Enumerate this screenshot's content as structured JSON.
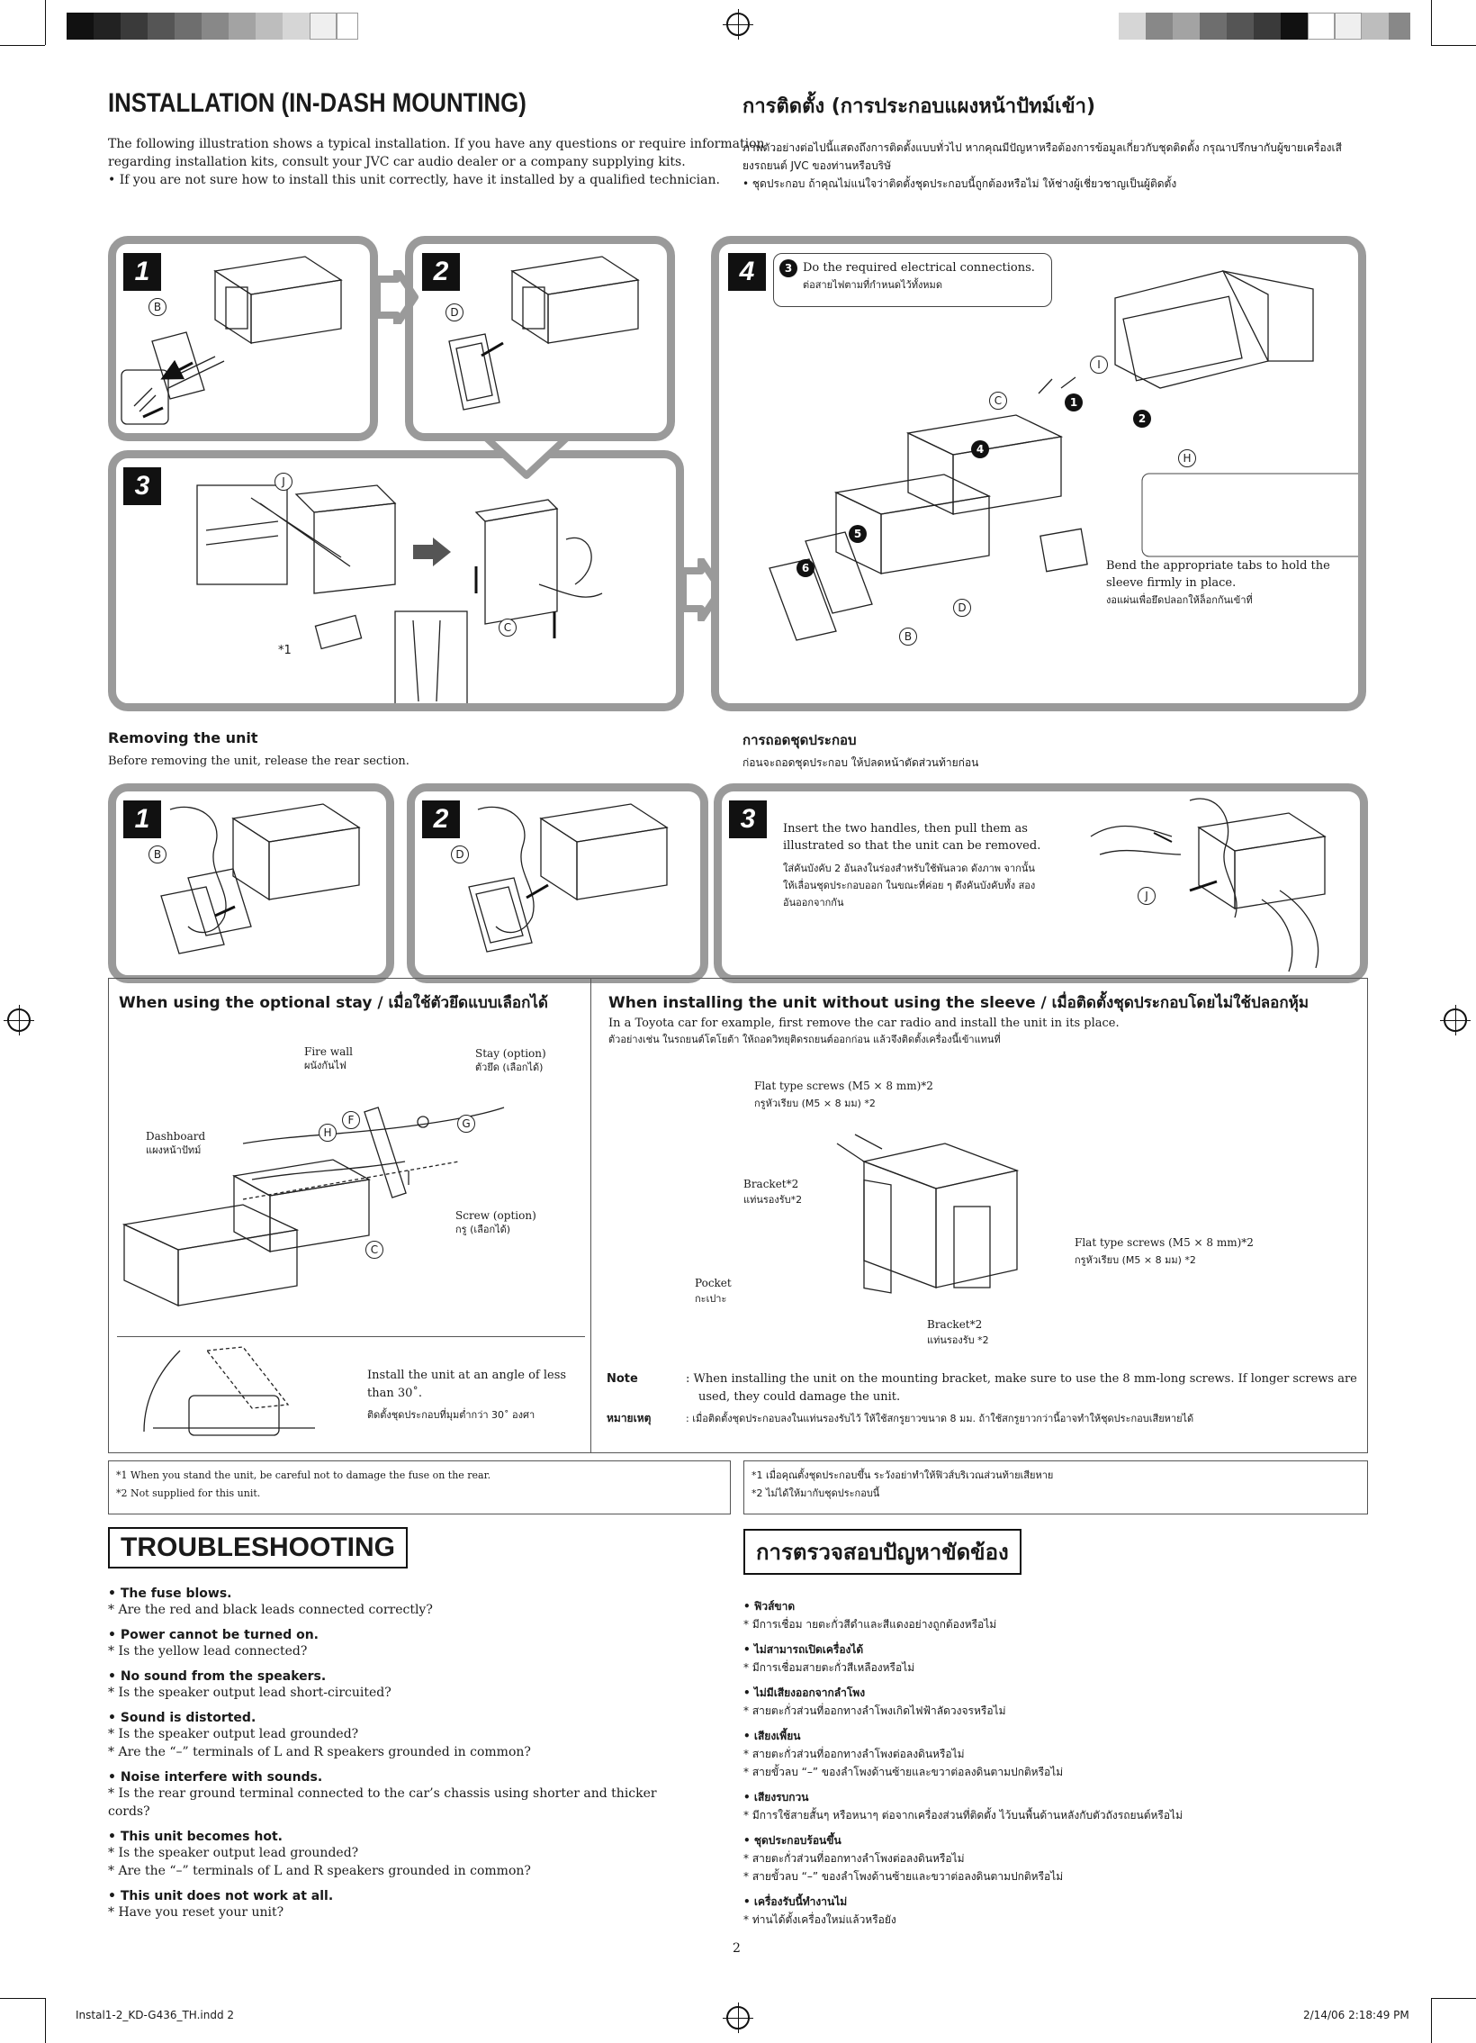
{
  "install": {
    "title": "INSTALLATION (IN-DASH MOUNTING)",
    "title_th": "การติดตั้ง (การประกอบแผงหน้าปัทม์เข้า)",
    "intro_1": "The following illustration shows a typical installation. If you have any questions or require information",
    "intro_2": "regarding installation kits, consult your JVC car audio dealer or a company supplying kits.",
    "intro_3": "•  If you are not sure how to install this unit correctly, have it installed by a qualified technician.",
    "intro_th_1": "ภาพตัวอย่างต่อไปนี้แสดงถึงการติดตั้งแบบทั่วไป หากคุณมีปัญหาหรือต้องการข้อมูลเกี่ยวกับชุดติดตั้ง กรุณาปรึกษากับผู้ขายเครื่องเสี",
    "intro_th_2": "ยงรถยนต์ JVC ของท่านหรือบริษั",
    "intro_th_3": "•  ชุดประกอบ ถ้าคุณไม่แน่ใจว่าติดตั้งชุดประกอบนี้ถูกต้องหรือไม่ ให้ช่างผู้เชี่ยวชาญเป็นผู้ติดตั้ง",
    "steps": [
      "1",
      "2",
      "3",
      "4"
    ],
    "step4_note_en": "Do the required electrical connections.",
    "step4_note_th": "ต่อสายไฟตามที่กำหนดไว้ทั้งหมด",
    "step4_bend_1": "Bend the appropriate tabs to hold the",
    "step4_bend_2": "sleeve firmly in place.",
    "step4_bend_th": "งอแผ่นเพื่อยึดปลอกให้ล็อกกันเข้าที่",
    "footnote_mark": "*1",
    "num_3": "3"
  },
  "removing": {
    "title": "Removing the unit",
    "subtitle": "Before removing the unit, release the rear section.",
    "title_th": "การถอดชุดประกอบ",
    "subtitle_th": "ก่อนจะถอดชุดประกอบ ให้ปลดหน้าตัดส่วนท้ายก่อน",
    "steps": [
      "1",
      "2",
      "3"
    ],
    "step3_1": "Insert the two handles, then pull them as",
    "step3_2": "illustrated so that the unit can be removed.",
    "step3_th_1": "ใส่คันบังคับ 2 อันลงในร่องสำหรับใช้พันลวด ดังภาพ จากนั้น",
    "step3_th_2": "ให้เลื่อนชุดประกอบออก ในขณะที่ค่อย ๆ ดึงคันบังคับทั้ง สอง",
    "step3_th_3": "อันออกจากกัน"
  },
  "stay": {
    "title": "When using the optional stay / เมื่อใช้ตัวยึดแบบเลือกได้",
    "firewall": "Fire wall",
    "firewall_th": "ผนังกันไฟ",
    "stay_opt": "Stay (option)",
    "stay_opt_th": "ตัวยึด (เลือกได้)",
    "dashboard": "Dashboard",
    "dashboard_th": "แผงหน้าปัทม์",
    "screw": "Screw (option)",
    "screw_th": "กรู (เลือกได้)",
    "angle_1": "Install the unit at an angle of less",
    "angle_2": "than 30˚.",
    "angle_th": "ติดตั้งชุดประกอบที่มุมต่ำกว่า 30˚ องศา"
  },
  "nosleeve": {
    "title": "When installing the unit without using the sleeve / เมื่อติดตั้งชุดประกอบโดยไม่ใช้ปลอกหุ้ม",
    "line_1": "In a Toyota car for example, first remove the car radio and install the unit in its place.",
    "line_th": "ตัวอย่างเช่น ในรถยนต์โตโยต้า ให้ถอดวิทยุติดรถยนต์ออกก่อน แล้วจึงติดตั้งเครื่องนี้เข้าแทนที่",
    "flat1": "Flat type screws (M5 × 8 mm)*2",
    "flat1_th": "กรูหัวเรียบ (M5 × 8 มม) *2",
    "bracket1": "Bracket*2",
    "bracket1_th": "แท่นรองรับ*2",
    "flat2": "Flat type screws (M5 × 8 mm)*2",
    "flat2_th": "กรูหัวเรียบ (M5 × 8 มม) *2",
    "pocket": "Pocket",
    "pocket_th": "กะเปาะ",
    "bracket2": "Bracket*2",
    "bracket2_th": "แท่นรองรับ *2",
    "note_label": "Note",
    "note_text_1": ":  When installing the unit on the mounting bracket, make sure to use the 8 mm-long screws. If longer screws are",
    "note_text_2": "used, they could damage the unit.",
    "note_label_th": "หมายเหตุ",
    "note_text_th": ":  เมื่อติดตั้งชุดประกอบลงในแท่นรองรับไว้ ให้ใช้สกรูยาวขนาด 8 มม. ถ้าใช้สกรูยาวกว่านี้อาจทำให้ชุดประกอบเสียหายได้"
  },
  "footnotes": {
    "en_1": "*1  When you stand the unit, be careful not to damage the fuse on the rear.",
    "en_2": "*2  Not supplied for this unit.",
    "th_1": "*1  เมื่อคุณตั้งชุดประกอบขึ้น ระวังอย่าทำให้ฟิวส์บริเวณส่วนท้ายเสียหาย",
    "th_2": "*2  ไม่ได้ให้มากับชุดประกอบนี้"
  },
  "troubleshooting": {
    "title": "TROUBLESHOOTING",
    "title_th": "การตรวจสอบปัญหาขัดข้อง",
    "items": [
      {
        "title": "The fuse blows.",
        "checks": [
          "Are the red and black leads connected correctly?"
        ]
      },
      {
        "title": "Power cannot be turned on.",
        "checks": [
          "Is the yellow lead connected?"
        ]
      },
      {
        "title": "No sound from the speakers.",
        "checks": [
          "Is the speaker output lead short-circuited?"
        ]
      },
      {
        "title": "Sound is distorted.",
        "checks": [
          "Is the speaker output lead grounded?",
          "Are the “–” terminals of L and R speakers grounded in common?"
        ]
      },
      {
        "title": "Noise interfere with sounds.",
        "checks": [
          "Is the rear ground terminal connected to the car’s chassis using shorter and thicker cords?"
        ]
      },
      {
        "title": "This unit becomes hot.",
        "checks": [
          "Is the speaker output lead grounded?",
          "Are the “–” terminals of L and R speakers grounded in common?"
        ]
      },
      {
        "title": "This unit does not work at all.",
        "checks": [
          "Have you reset your unit?"
        ]
      }
    ],
    "items_th": [
      {
        "title": "ฟิวส์ขาด",
        "checks": [
          "มีการเชื่อม ายตะกั่วสีดำและสีแดงอย่างถูกต้องหรือไม่"
        ]
      },
      {
        "title": "ไม่สามารถเปิดเครื่องได้",
        "checks": [
          "มีการเชื่อมสายตะกั่วสีเหลืองหรือไม่"
        ]
      },
      {
        "title": "ไม่มีเสียงออกจากลำโพง",
        "checks": [
          "สายตะกั่วส่วนที่ออกทางลำโพงเกิดไฟฟ้าลัดวงจรหรือไม่"
        ]
      },
      {
        "title": "เสียงเพี้ยน",
        "checks": [
          "สายตะกั่วส่วนที่ออกทางลำโพงต่อลงดินหรือไม่",
          "สายขั้วลบ “–” ของลำโพงด้านซ้ายและขวาต่อลงดินตามปกติหรือไม่"
        ]
      },
      {
        "title": "เสียงรบกวน",
        "checks": [
          "มีการใช้สายสั้นๆ หรือหนาๆ ต่อจากเครื่องส่วนที่ติดตั้ง ไว้บนพื้นด้านหลังกับตัวถังรถยนต์หรือไม่"
        ]
      },
      {
        "title": "ชุดประกอบร้อนขึ้น",
        "checks": [
          "สายตะกั่วส่วนที่ออกทางลำโพงต่อลงดินหรือไม่",
          "สายขั้วลบ “–” ของลำโพงด้านซ้ายและขวาต่อลงดินตามปกติหรือไม่"
        ]
      },
      {
        "title": "เครื่องรับนี้ทำงานไม่",
        "checks": [
          "ท่านได้ตั้งเครื่องใหม่แล้วหรือยัง"
        ]
      }
    ]
  },
  "page": {
    "number": "2",
    "file": "Instal1-2_KD-G436_TH.indd   2",
    "stamp": "2/14/06   2:18:49 PM"
  }
}
